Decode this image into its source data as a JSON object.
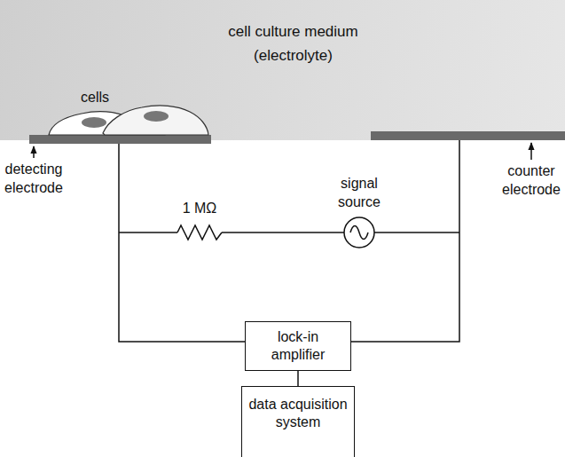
{
  "diagram": {
    "nodes": [
      {
        "text": [
          "cell culture medium",
          "(electrolyte)"
        ]
      },
      {
        "text": [
          "lock-in amplifier"
        ]
      },
      {
        "text": [
          "data acquisition system"
        ]
      }
    ],
    "edges": [
      {
        "from": 1,
        "to": 2,
        "arrow": "none"
      }
    ],
    "labels": [
      "cells",
      "detecting electrode",
      "counter electrode",
      "1 MΩ",
      "signal source"
    ]
  }
}
